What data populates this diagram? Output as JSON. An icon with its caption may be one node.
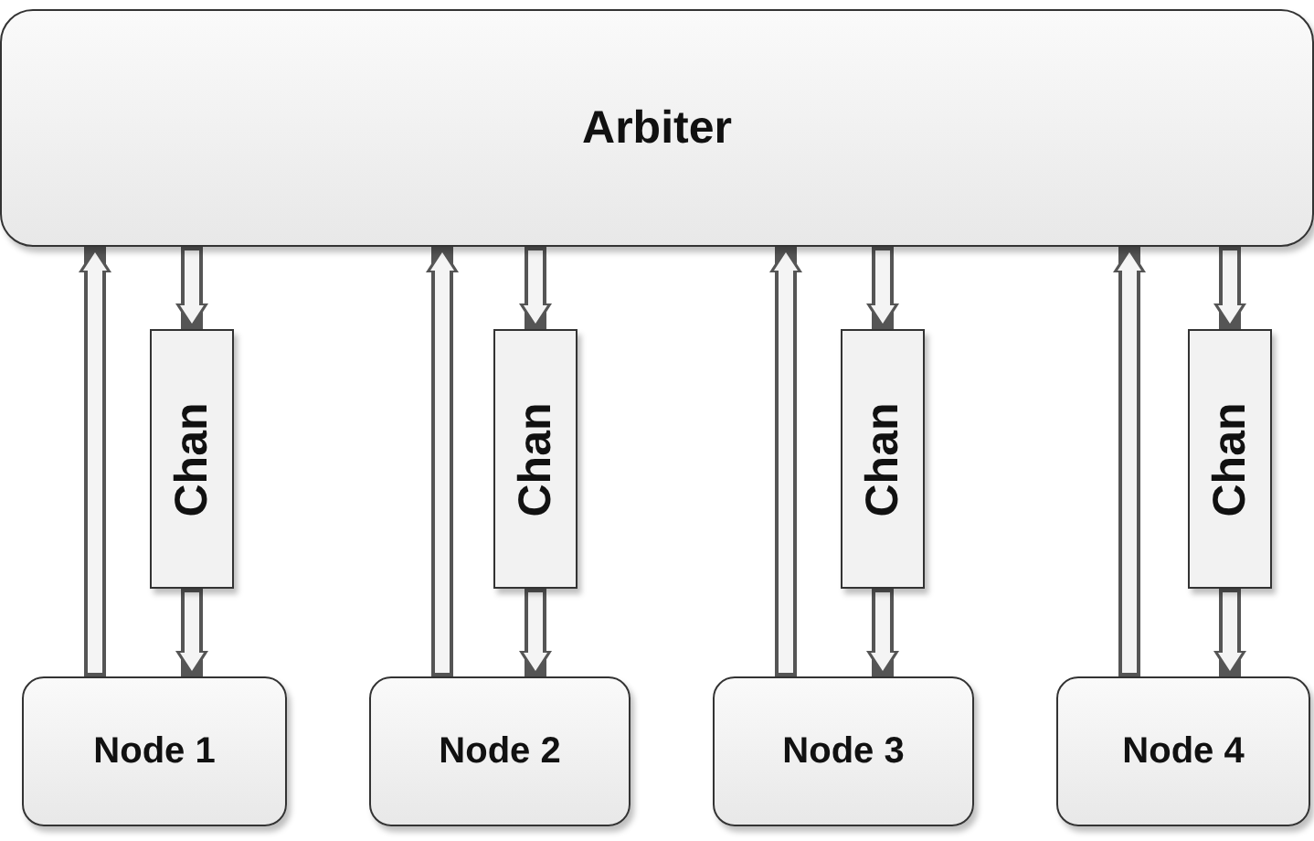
{
  "diagram": {
    "nodes": [
      {
        "text": [
          "Arbiter"
        ]
      },
      {
        "text": [
          "Chan"
        ]
      },
      {
        "text": [
          "Chan"
        ]
      },
      {
        "text": [
          "Chan"
        ]
      },
      {
        "text": [
          "Chan"
        ]
      },
      {
        "text": [
          "Node 1"
        ]
      },
      {
        "text": [
          "Node 2"
        ]
      },
      {
        "text": [
          "Node 3"
        ]
      },
      {
        "text": [
          "Node 4"
        ]
      }
    ],
    "edges": [
      {
        "from": 5,
        "to": 0,
        "arrow": "to"
      },
      {
        "from": 0,
        "to": 1,
        "arrow": "to"
      },
      {
        "from": 1,
        "to": 5,
        "arrow": "to"
      },
      {
        "from": 6,
        "to": 0,
        "arrow": "to"
      },
      {
        "from": 0,
        "to": 2,
        "arrow": "to"
      },
      {
        "from": 2,
        "to": 6,
        "arrow": "to"
      },
      {
        "from": 7,
        "to": 0,
        "arrow": "to"
      },
      {
        "from": 0,
        "to": 3,
        "arrow": "to"
      },
      {
        "from": 3,
        "to": 7,
        "arrow": "to"
      },
      {
        "from": 8,
        "to": 0,
        "arrow": "to"
      },
      {
        "from": 0,
        "to": 4,
        "arrow": "to"
      },
      {
        "from": 4,
        "to": 8,
        "arrow": "to"
      }
    ]
  }
}
